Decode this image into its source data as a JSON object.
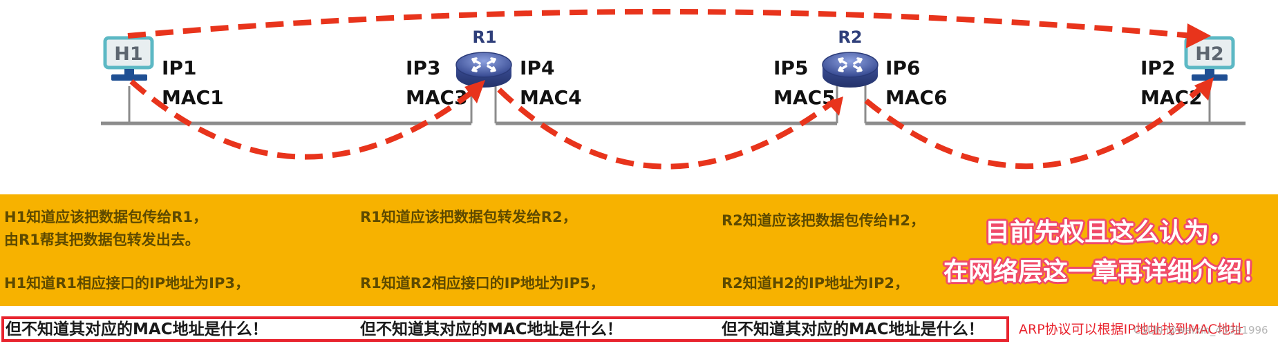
{
  "diagram": {
    "hosts": [
      {
        "name": "H1",
        "ip": "IP1",
        "mac": "MAC1"
      },
      {
        "name": "H2",
        "ip": "IP2",
        "mac": "MAC2"
      }
    ],
    "routers": [
      {
        "name": "R1",
        "left_ip": "IP3",
        "left_mac": "MAC3",
        "right_ip": "IP4",
        "right_mac": "MAC4"
      },
      {
        "name": "R2",
        "left_ip": "IP5",
        "left_mac": "MAC5",
        "right_ip": "IP6",
        "right_mac": "MAC6"
      }
    ],
    "colors": {
      "arrow": "#e8341c",
      "link": "#8c8c8c",
      "router": "#4a5fa8",
      "host": "#5cb8c4",
      "panel": "#f7b200",
      "highlight_box": "#e8242e",
      "note_outline": "#f04a6a"
    }
  },
  "panel": {
    "col1_line1": "H1知道应该把数据包传给R1，",
    "col1_line2": "由R1帮其把数据包转发出去。",
    "col1_line3": "H1知道R1相应接口的IP地址为IP3，",
    "col2_line1": "R1知道应该把数据包转发给R2，",
    "col2_line3": "R1知道R2相应接口的IP地址为IP5，",
    "col3_line1": "R2知道应该把数据包传给H2，",
    "col3_line3": "R2知道H2的IP地址为IP2，",
    "note_line1": "目前先权且这么认为，",
    "note_line2": "在网络层这一章再详细介绍！"
  },
  "bottom": {
    "col1": "但不知道其对应的MAC地址是什么！",
    "col2": "但不知道其对应的MAC地址是什么！",
    "col3": "但不知道其对应的MAC地址是什么！",
    "arp_note": "ARP协议可以根据IP地址找到MAC地址",
    "watermark": "CSDN @weixin_45391996"
  }
}
